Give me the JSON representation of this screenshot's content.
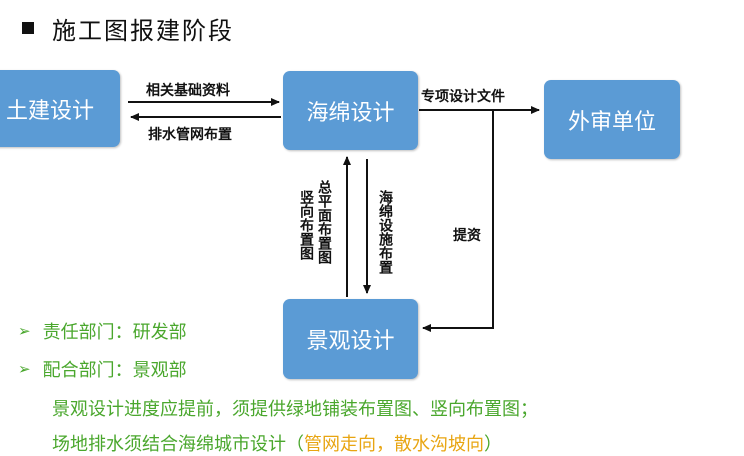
{
  "title": "施工图报建阶段",
  "boxes": {
    "civil": "土建设计",
    "sponge": "海绵设计",
    "review": "外审单位",
    "landscape": "景观设计"
  },
  "arrows": {
    "civil_to_sponge": "相关基础资料",
    "sponge_to_civil": "排水管网布置",
    "sponge_to_review": "专项设计文件",
    "feedback": "提资",
    "landscape_to_sponge": "总平面布置图",
    "landscape_to_sponge_2": "竖向布置图",
    "sponge_to_landscape": "海绵设施布置"
  },
  "bullets": [
    {
      "text": "责任部门：研发部"
    },
    {
      "text": "配合部门：景观部"
    }
  ],
  "notes": {
    "line1": "景观设计进度应提前，须提供绿地铺装布置图、竖向布置图；",
    "line2_main": "场地排水须结合海绵城市设计（",
    "line2_highlight": "管网走向，散水沟坡向",
    "line2_end": "）"
  },
  "colors": {
    "box": "#5b9bd5",
    "green_text": "#4aa72d",
    "orange_text": "#e8a512"
  }
}
